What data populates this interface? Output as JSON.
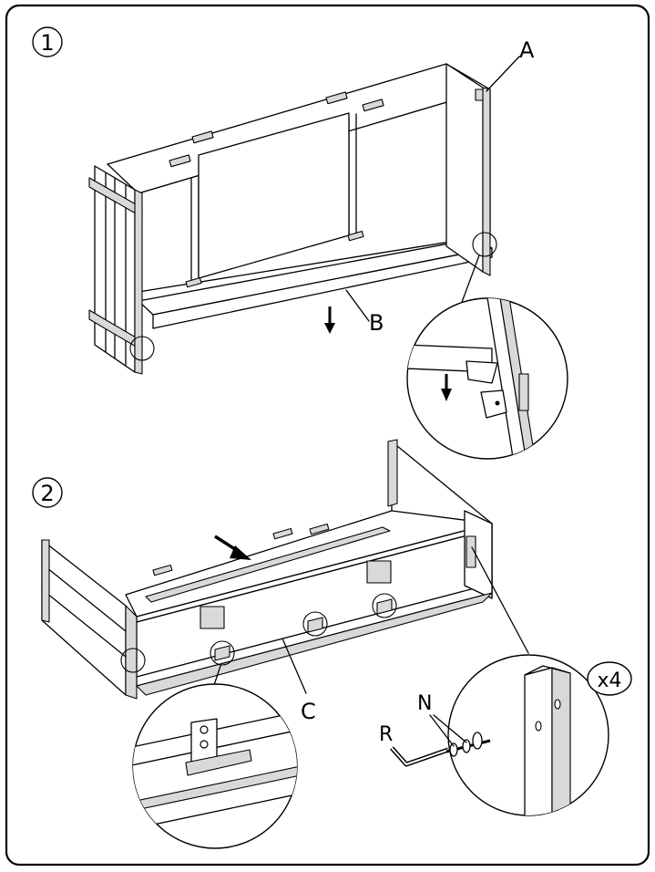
{
  "steps": [
    {
      "number": "1",
      "callouts": {
        "a": "A",
        "b": "B"
      }
    },
    {
      "number": "2",
      "callouts": {
        "c": "C",
        "r": "R",
        "n": "N",
        "quantity": "x4"
      }
    }
  ]
}
